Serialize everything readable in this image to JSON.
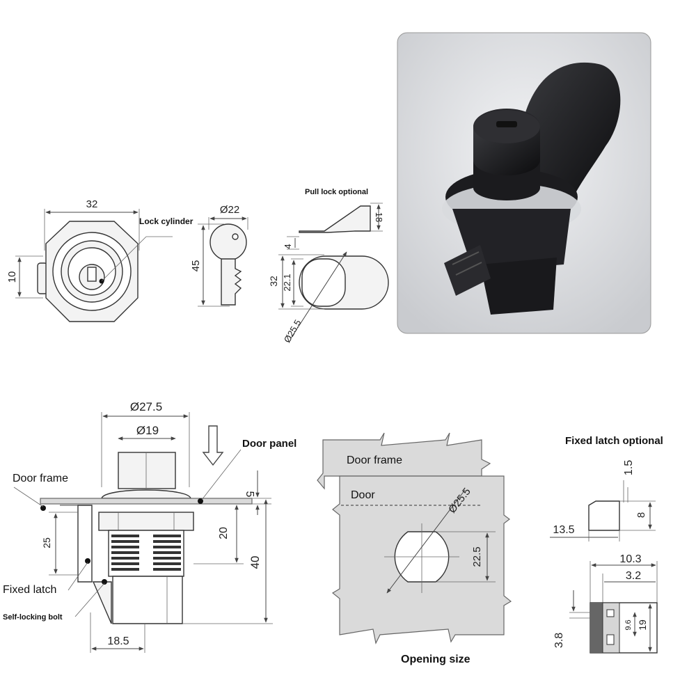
{
  "labels": {
    "lock_cylinder": "Lock cylinder",
    "pull_lock_optional": "Pull lock optional",
    "door_panel": "Door panel",
    "door_frame_left": "Door frame",
    "fixed_latch": "Fixed latch",
    "self_locking_bolt": "Self-locking bolt",
    "door_frame_mid": "Door frame",
    "door": "Door",
    "opening_size": "Opening size",
    "fixed_latch_optional": "Fixed latch optional"
  },
  "dimensions": {
    "front_width": "32",
    "front_height": "10",
    "key_dia": "Ø22",
    "key_length": "45",
    "pull_height": "18",
    "pull_gap": "4",
    "cam_height": "32",
    "cam_inner": "22.1",
    "cam_dia": "Ø25.5",
    "side_outer_dia": "Ø27.5",
    "side_inner_dia": "Ø19",
    "side_top_gap": "5",
    "side_mid": "20",
    "side_height": "40",
    "side_left": "25",
    "side_bottom": "18.5",
    "opening_dia": "Ø25.5",
    "opening_flat": "22.5",
    "latch_top": "1.5",
    "latch_height": "8",
    "latch_width": "13.5",
    "latch_w1": "10.3",
    "latch_w2": "3.2",
    "latch_h1": "9.6",
    "latch_h2": "19",
    "latch_bottom": "3.8"
  }
}
